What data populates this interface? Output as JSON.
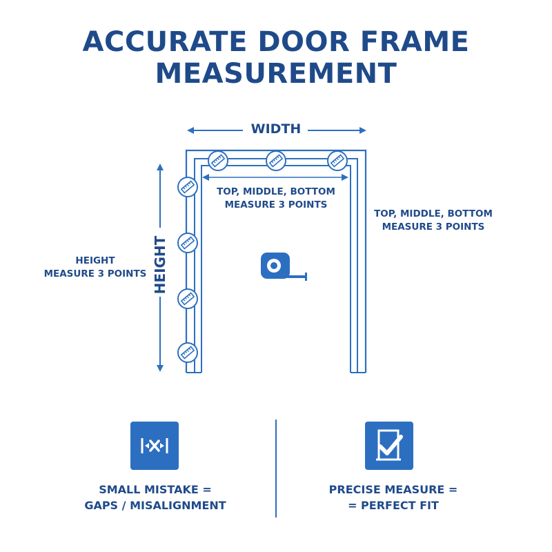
{
  "title": {
    "line1": "ACCURATE DOOR FRAME",
    "line2": "MEASUREMENT"
  },
  "diagram": {
    "width_label": "WIDTH",
    "height_label": "HEIGHT",
    "top_note": {
      "line1": "TOP, MIDDLE, BOTTOM",
      "line2": "MEASURE 3 POINTS"
    },
    "right_note": {
      "line1": "TOP, MIDDLE, BOTTOM",
      "line2": "MEASURE 3 POINTS"
    },
    "left_note": {
      "line1": "HEIGHT",
      "line2": "MEASURE 3 POINTS"
    },
    "center_icon": "tape-measure-icon",
    "marker_icon": "ruler-icon"
  },
  "bottom": {
    "left": {
      "icon": "gap-misalignment-icon",
      "line1": "SMALL MISTAKE =",
      "line2": "GAPS / MISALIGNMENT"
    },
    "right": {
      "icon": "checkmark-fit-icon",
      "line1": "PRECISE MEASURE =",
      "line2": "= PERFECT FIT"
    }
  },
  "colors": {
    "primary": "#1f4a8a",
    "accent": "#2c6fc0",
    "background": "#ffffff"
  }
}
